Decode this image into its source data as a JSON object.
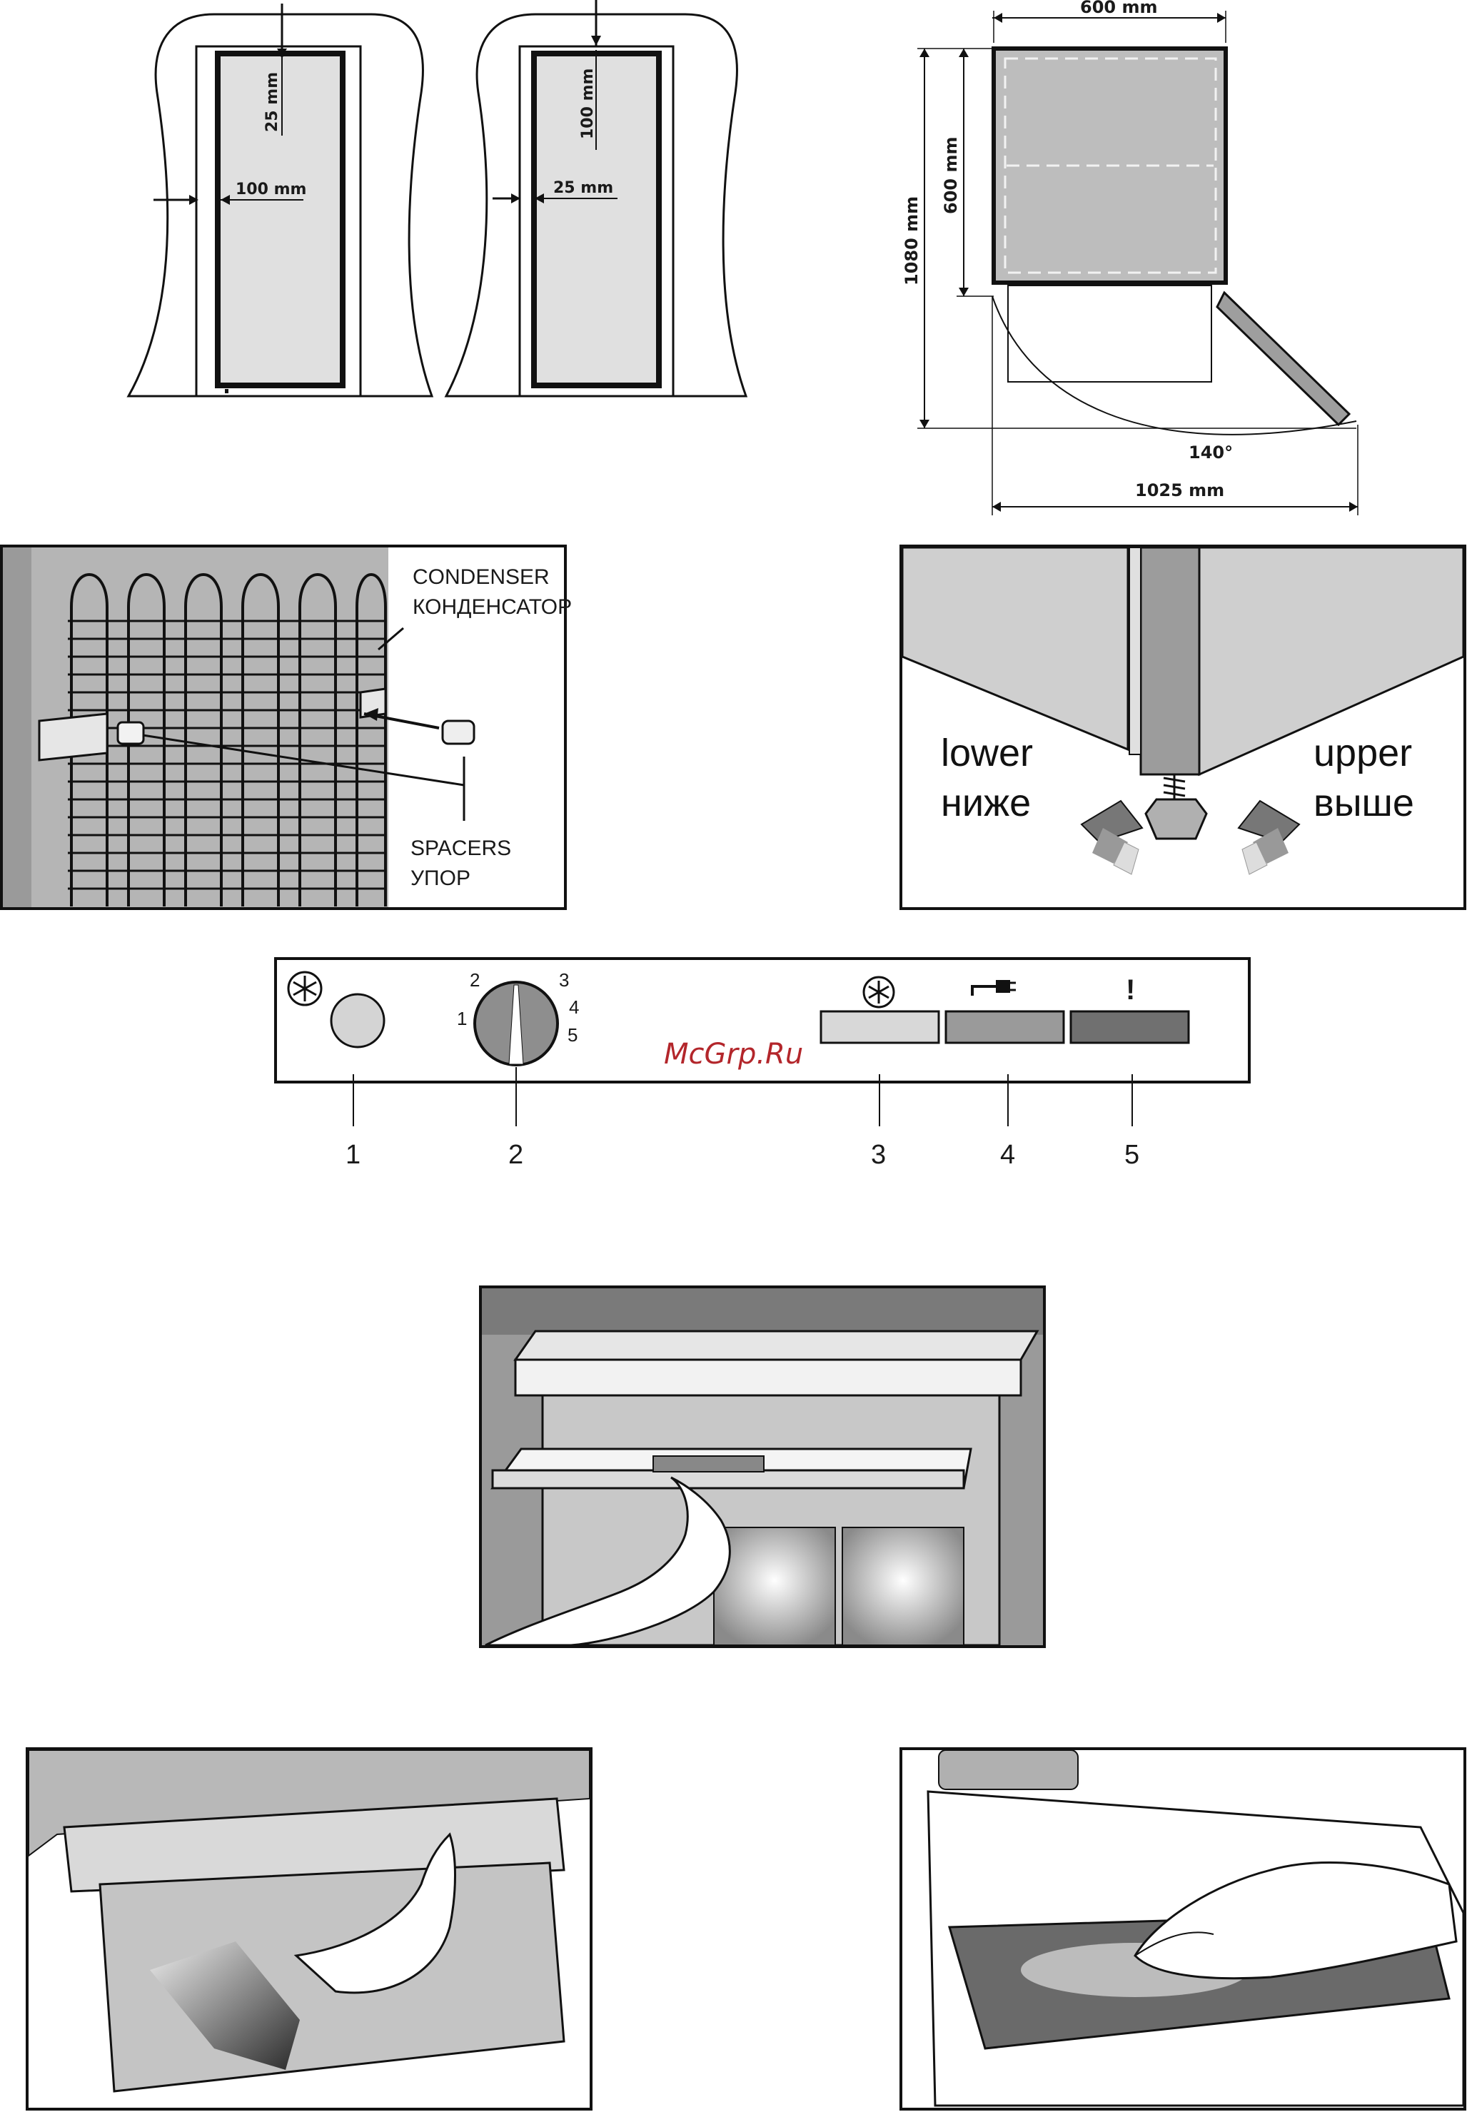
{
  "installation_clearance": {
    "left_figure": {
      "top_gap": "25 mm",
      "side_gap": "100 mm"
    },
    "right_figure": {
      "top_gap": "100 mm",
      "side_gap": "25 mm"
    }
  },
  "door_dimensions": {
    "width": "600 mm",
    "depth": "600 mm",
    "depth_open": "1080 mm",
    "angle": "140°",
    "width_open": "1025 mm"
  },
  "condenser_figure": {
    "condenser_en": "CONDENSER",
    "condenser_ru": "КОНДЕНСАТОР",
    "spacers_en": "SPACERS",
    "spacers_ru": "УПОР"
  },
  "leveling_figure": {
    "lower_en": "lower",
    "lower_ru": "ниже",
    "upper_en": "upper",
    "upper_ru": "выше"
  },
  "control_panel": {
    "dial_numbers": [
      "1",
      "2",
      "3",
      "4",
      "5"
    ],
    "warning_symbol": "!",
    "callouts": [
      "1",
      "2",
      "3",
      "4",
      "5"
    ],
    "indicator_colors": [
      "#d8d8d8",
      "#9a9a9a",
      "#707070"
    ]
  },
  "watermark": "McGrp.Ru"
}
